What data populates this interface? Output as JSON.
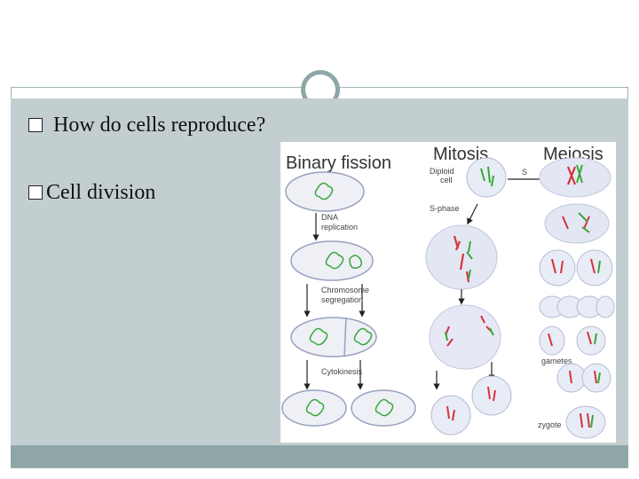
{
  "slide": {
    "bullets": [
      {
        "icon": "missing-glyph-box",
        "text": "How do cells reproduce?"
      },
      {
        "icon": "missing-glyph-box",
        "text": "Cell division"
      }
    ]
  },
  "figure": {
    "binary_fission": {
      "title": "Binary fission",
      "steps": [
        "DNA\nreplication",
        "Chromosome\nsegregation",
        "Cytokinesis"
      ]
    },
    "mitosis": {
      "title": "Mitosis",
      "labels": [
        "Diploid\ncell",
        "S-phase"
      ]
    },
    "meiosis": {
      "title": "Meiosis",
      "labels": [
        "S",
        "gametes",
        "zygote"
      ]
    },
    "colors": {
      "chromosome_green": "#38a73a",
      "chromosome_red": "#d6323a",
      "cell_fill": "#e8ecf6",
      "cell_stroke": "#8e96b9"
    }
  }
}
